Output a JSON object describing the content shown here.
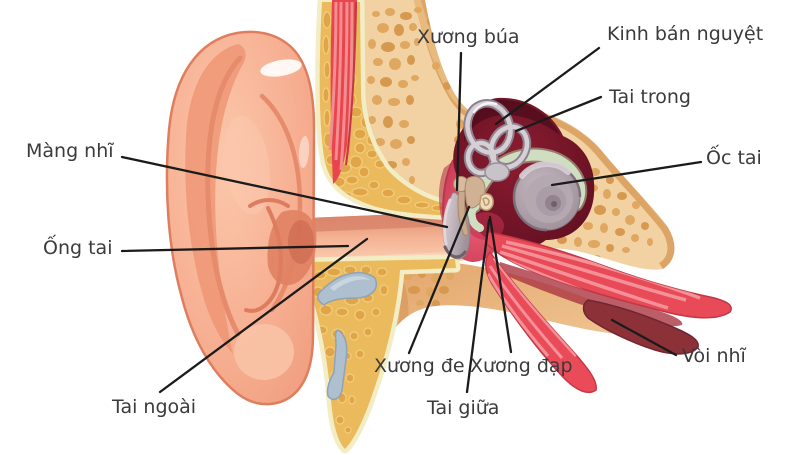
{
  "diagram": {
    "subject": "ear-anatomy-cross-section",
    "labels": {
      "xuong_bua": "Xương búa",
      "kinh_ban_nguyet": "Kinh bán nguyệt",
      "tai_trong": "Tai trong",
      "oc_tai": "Ốc tai",
      "mang_nhi": "Màng nhĩ",
      "ong_tai": "Ống tai",
      "tai_ngoai": "Tai ngoài",
      "xuong_de": "Xương đe",
      "xuong_dap": "Xương đạp",
      "tai_giua": "Tai giữa",
      "voi_nhi": "Vòi nhĩ"
    },
    "palette": {
      "background": "#FFFFFF",
      "label_text": "#3B3B3D",
      "leader_line": "#1B1B1B",
      "skin_light": "#FBC9AE",
      "skin_mid": "#F6AC8D",
      "skin_dark": "#E68E6F",
      "skin_outline": "#DF7E5F",
      "fat_yellow": "#EBBA5D",
      "fat_pebble": "#DFA546",
      "cream_lining": "#F2EDC4",
      "cartilage_gray": "#AEBFCF",
      "muscle_red": "#E8454F",
      "muscle_stripe": "#F59398",
      "bone_tan": "#F2D2A2",
      "bone_hole": "#DFA75F",
      "bone_rim": "#D2914F",
      "inner_ear_maroon": "#6E1426",
      "eardrum_gray": "#B3A8AE",
      "cochlea_gray": "#AC9EA7",
      "sage_band": "#CFDEC1",
      "ossicle_tan": "#D6BB9E",
      "eustachian_dark": "#8C3138"
    }
  }
}
